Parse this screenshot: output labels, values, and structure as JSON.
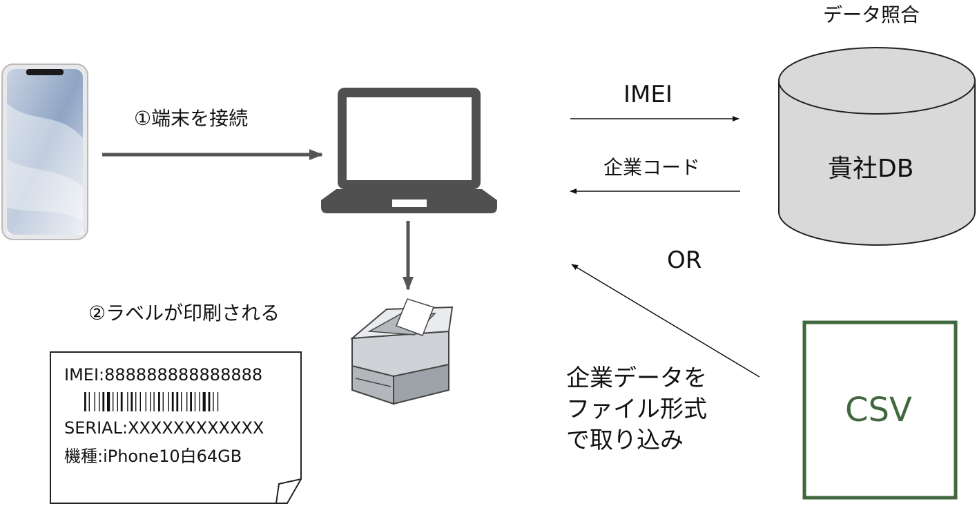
{
  "labels": {
    "data_match": "データ照合",
    "step1": "①端末を接続",
    "step2": "②ラベルが印刷される",
    "imei_arrow": "IMEI",
    "company_code": "企業コード",
    "company_db": "貴社DB",
    "or": "OR",
    "import_note": "企業データを\nファイル形式\nで取り込み",
    "csv": "CSV"
  },
  "label_card": {
    "imei": "IMEI:888888888888888",
    "serial": "SERIAL:XXXXXXXXXXXX",
    "model": "機種:iPhone10白64GB"
  },
  "icons": {
    "phone": "smartphone-icon",
    "laptop": "laptop-icon",
    "printer": "printer-icon",
    "database": "database-cylinder-icon",
    "barcode": "barcode-icon"
  },
  "colors": {
    "arrow_gray": "#555555",
    "laptop": "#505050",
    "csv_border": "#41673f",
    "db_fill": "#d9d9d9"
  }
}
